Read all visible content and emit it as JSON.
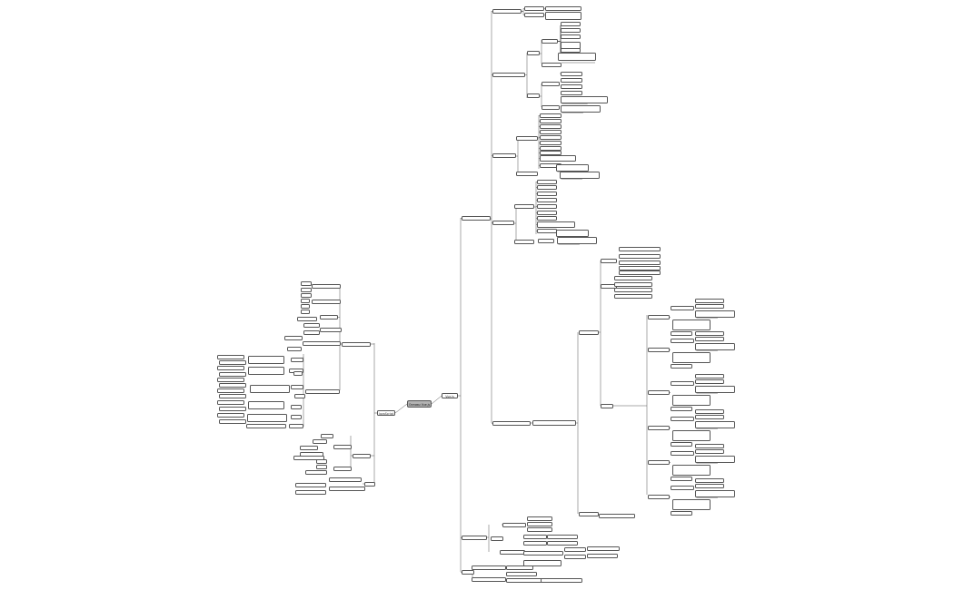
{
  "root": {
    "label": "Основы Vue.js"
  },
  "branches": {
    "right": {
      "label": "Vue.js"
    },
    "left": {
      "label": "JavaScript"
    }
  },
  "colors": {
    "line": "#555555",
    "node_border": "#555555",
    "root_fill": "#b3b3b3"
  }
}
